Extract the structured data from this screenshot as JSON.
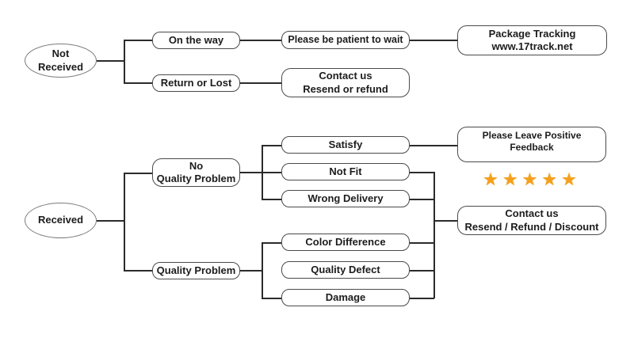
{
  "meta": {
    "diagram_type": "flowchart",
    "background_color": "#ffffff",
    "line_color": "#2b2b2b",
    "box_border_color": "#4a4a4a",
    "star_color": "#F5A01B"
  },
  "not_received_flow": {
    "root": "Not\nReceived",
    "on_the_way": "On the way",
    "please_wait": "Please be patient to wait",
    "package_tracking": "Package Tracking\nwww.17track.net",
    "return_or_lost": "Return or Lost",
    "contact_resend_refund": "Contact us\nResend or refund"
  },
  "received_flow": {
    "root": "Received",
    "no_quality_problem": "No\nQuality Problem",
    "satisfy": "Satisfy",
    "positive_feedback": {
      "label": "Please Leave Positive Feedback",
      "star": "★",
      "star_count": 5
    },
    "not_fit": "Not Fit",
    "wrong_delivery": "Wrong Delivery",
    "quality_problem": "Quality Problem",
    "color_difference": "Color Difference",
    "quality_defect": "Quality Defect",
    "damage": "Damage",
    "contact_resend_refund_discount": "Contact us\nResend / Refund / Discount"
  }
}
